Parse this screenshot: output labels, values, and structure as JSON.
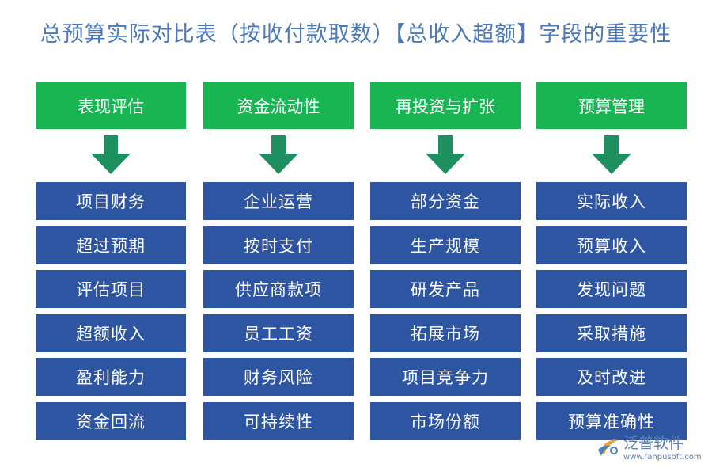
{
  "title": "总预算实际对比表（按收付款取数）【总收入超额】字段的重要性",
  "colors": {
    "title": "#4a78b8",
    "header": "#19b553",
    "arrow": "#1e8f5f",
    "item": "#2e55a2",
    "item_text": "#ffffff"
  },
  "columns": [
    {
      "header": "表现评估",
      "items": [
        "项目财务",
        "超过预期",
        "评估项目",
        "超额收入",
        "盈利能力",
        "资金回流"
      ]
    },
    {
      "header": "资金流动性",
      "items": [
        "企业运营",
        "按时支付",
        "供应商款项",
        "员工工资",
        "财务风险",
        "可持续性"
      ]
    },
    {
      "header": "再投资与扩张",
      "items": [
        "部分资金",
        "生产规模",
        "研发产品",
        "拓展市场",
        "项目竞争力",
        "市场份额"
      ]
    },
    {
      "header": "预算管理",
      "items": [
        "实际收入",
        "预算收入",
        "发现问题",
        "采取措施",
        "及时改进",
        "预算准确性"
      ]
    }
  ],
  "watermark": {
    "name": "泛普软件",
    "url": "www.fanpusoft.com",
    "icon": "fanpu-logo-icon"
  }
}
